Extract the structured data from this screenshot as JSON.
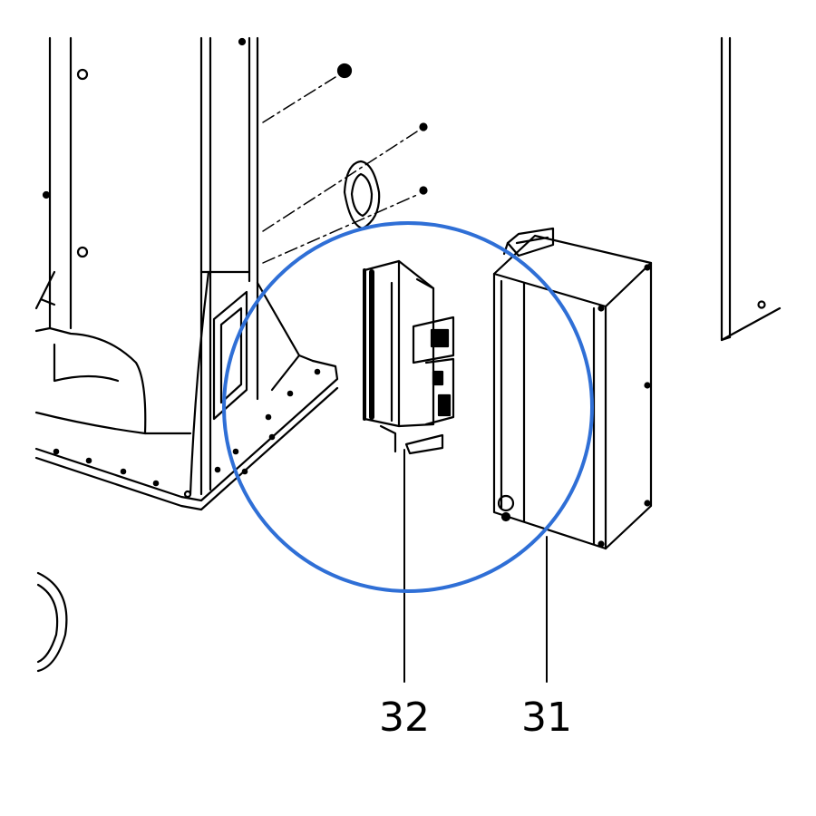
{
  "diagram": {
    "callouts": [
      {
        "id": "32",
        "label": "32"
      },
      {
        "id": "31",
        "label": "31"
      }
    ],
    "highlight_color": "#2f6fd6",
    "line_color": "#000000"
  }
}
